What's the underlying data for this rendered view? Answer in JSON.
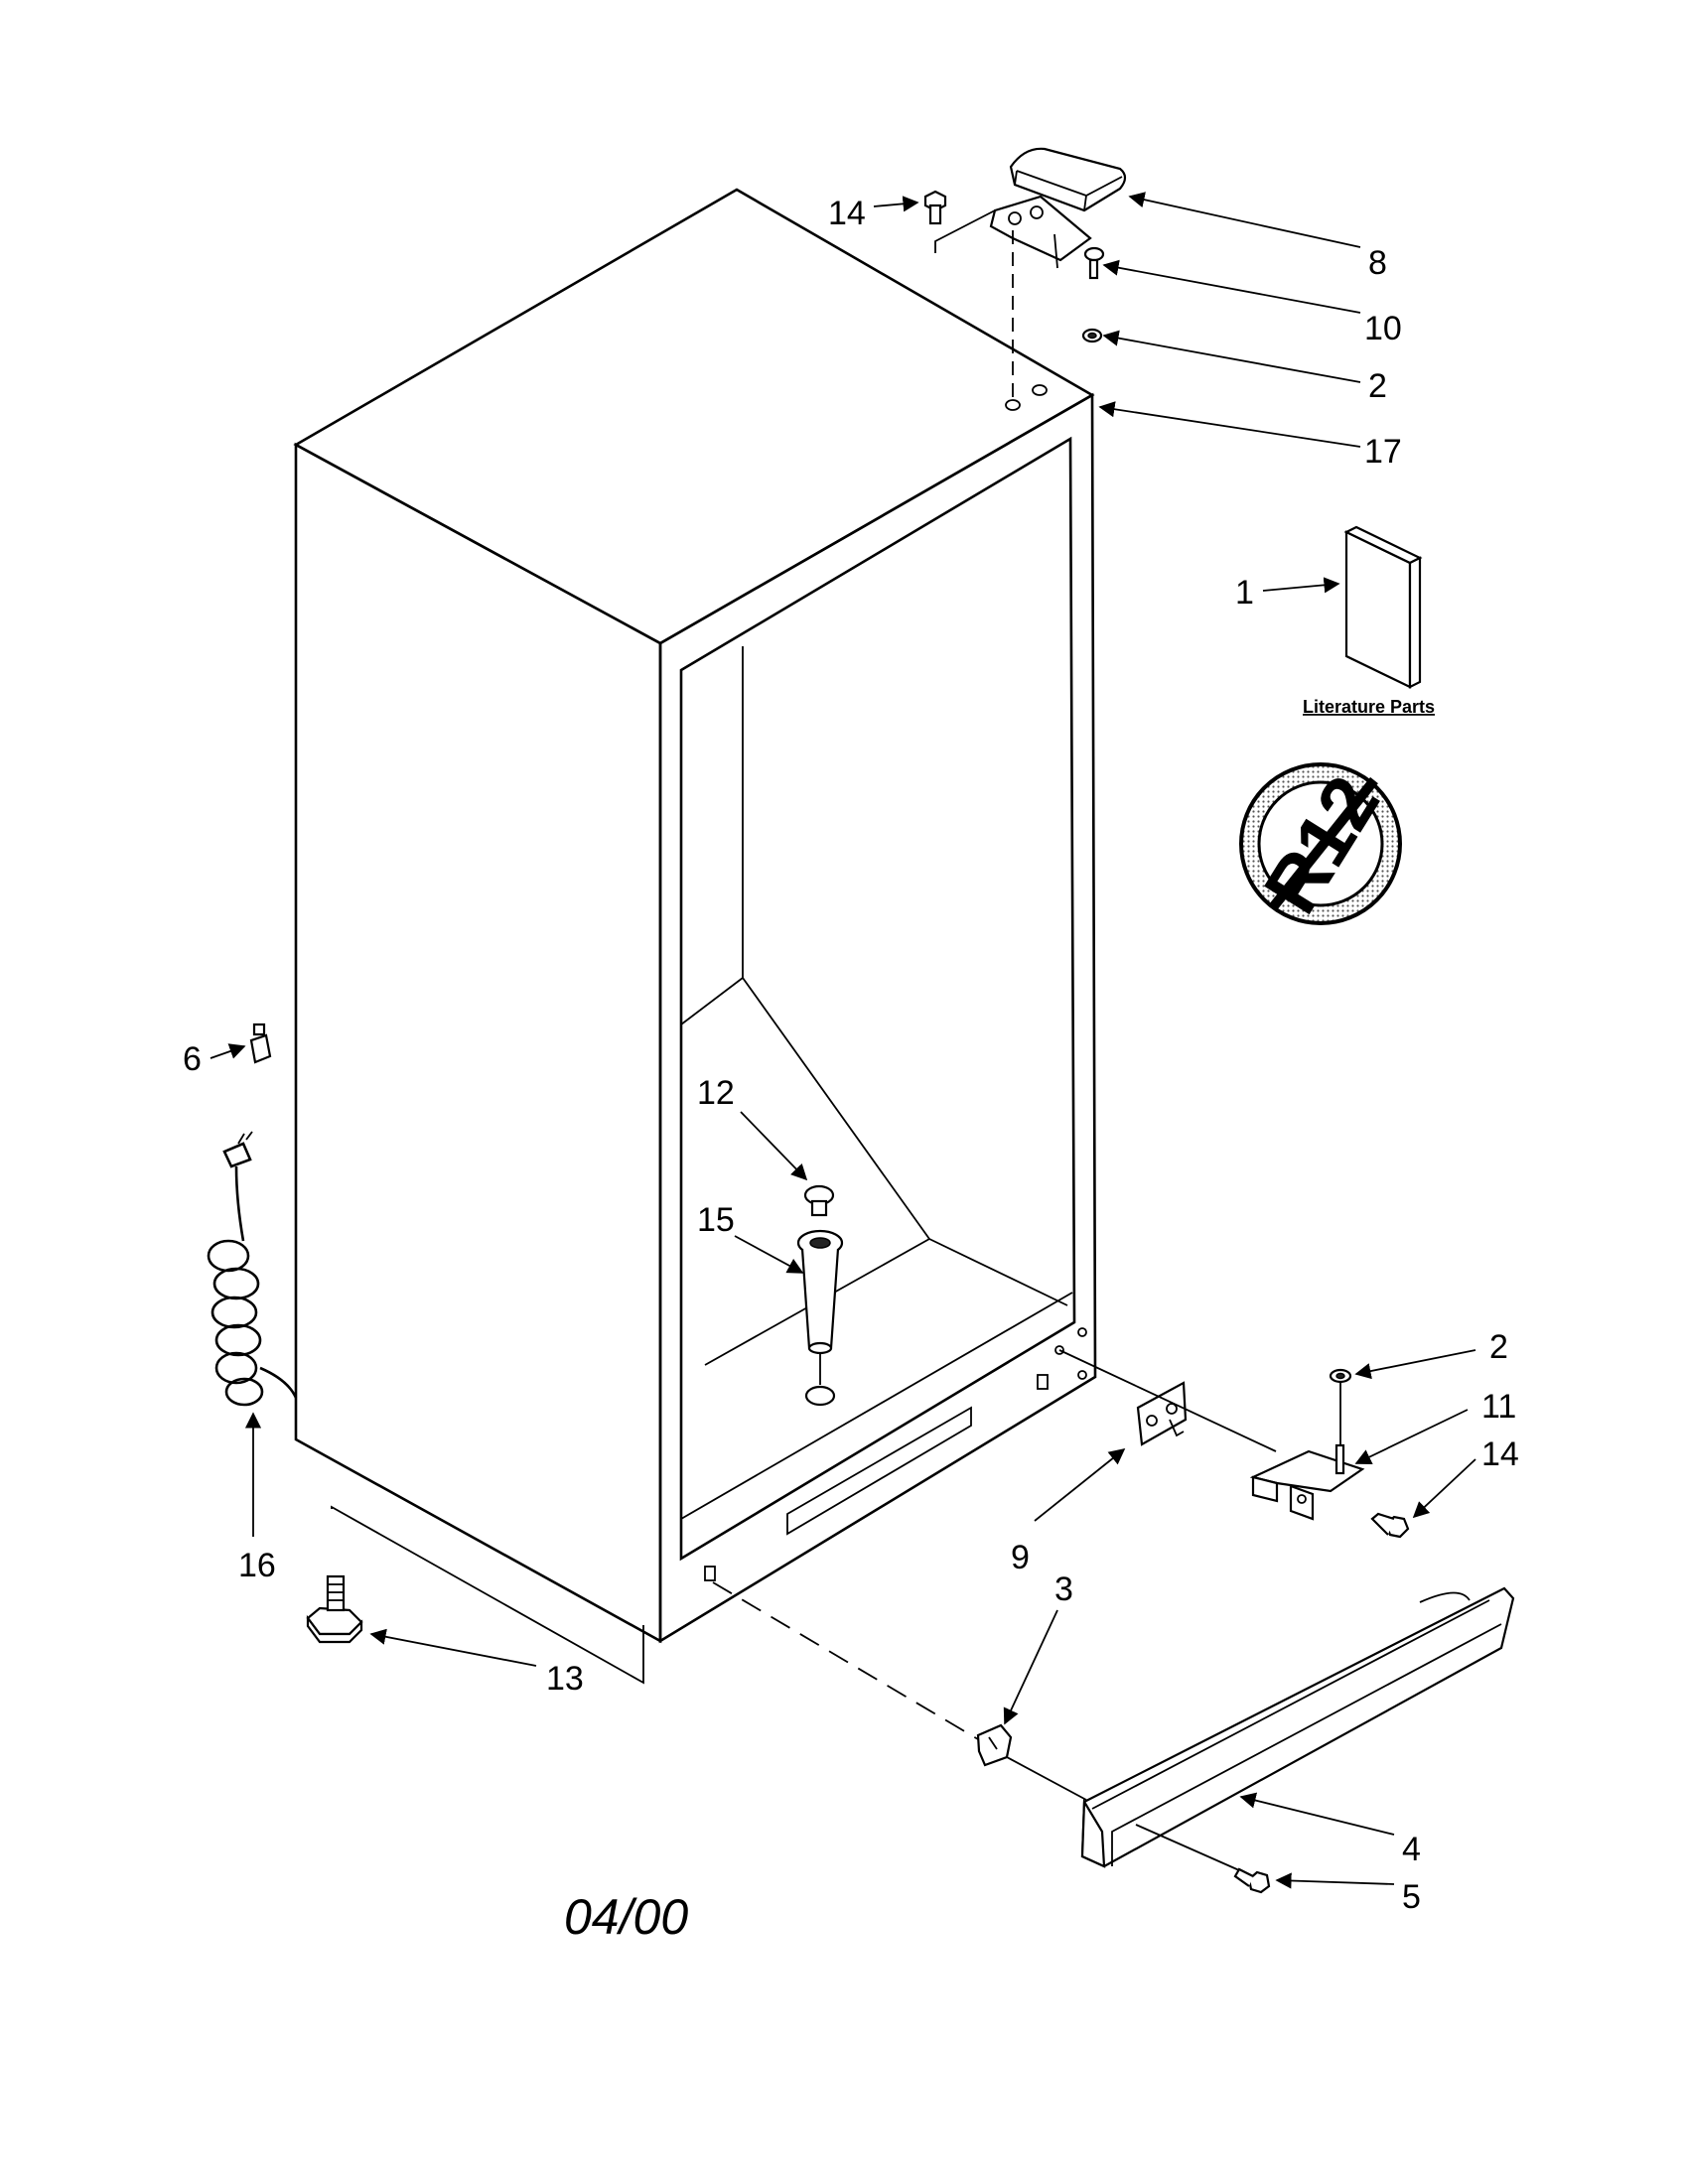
{
  "diagram": {
    "callouts": {
      "c1": "1",
      "c2a": "2",
      "c2b": "2",
      "c3": "3",
      "c4": "4",
      "c5": "5",
      "c6": "6",
      "c8": "8",
      "c9": "9",
      "c10": "10",
      "c11": "11",
      "c12": "12",
      "c13": "13",
      "c14a": "14",
      "c14b": "14",
      "c15": "15",
      "c16": "16",
      "c17": "17"
    },
    "literature_label": "Literature Parts",
    "date_code": "04/00",
    "r12_symbol": "R12"
  }
}
